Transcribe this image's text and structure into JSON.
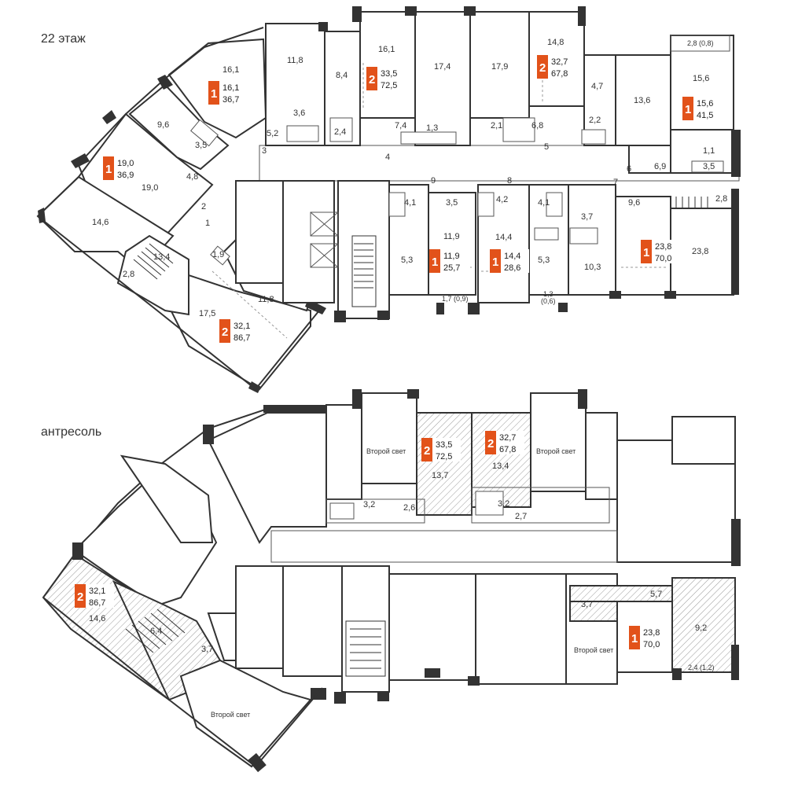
{
  "colors": {
    "accent": "#e2521a",
    "wall": "#333333",
    "hatch": "#9a9a9a"
  },
  "floors": [
    {
      "label": "22 этаж"
    },
    {
      "label": "антресоль"
    }
  ],
  "badges": [
    {
      "rooms": "1",
      "living": "16,1",
      "total": "36,7"
    },
    {
      "rooms": "2",
      "living": "33,5",
      "total": "72,5"
    },
    {
      "rooms": "2",
      "living": "32,7",
      "total": "67,8"
    },
    {
      "rooms": "1",
      "living": "15,6",
      "total": "41,5"
    },
    {
      "rooms": "1",
      "living": "19,0",
      "total": "36,9"
    },
    {
      "rooms": "1",
      "living": "11,9",
      "total": "25,7"
    },
    {
      "rooms": "1",
      "living": "14,4",
      "total": "28,6"
    },
    {
      "rooms": "1",
      "living": "23,8",
      "total": "70,0"
    },
    {
      "rooms": "2",
      "living": "32,1",
      "total": "86,7"
    },
    {
      "rooms": "2",
      "living": "33,5",
      "total": "72,5"
    },
    {
      "rooms": "2",
      "living": "32,7",
      "total": "67,8"
    },
    {
      "rooms": "2",
      "living": "32,1",
      "total": "86,7"
    },
    {
      "rooms": "1",
      "living": "23,8",
      "total": "70,0"
    }
  ],
  "room_labels": [
    "16,1",
    "11,8",
    "8,4",
    "16,1",
    "17,4",
    "17,9",
    "14,8",
    "2,8 (0,8)",
    "15,6",
    "9,6",
    "3,5",
    "3,6",
    "5,2",
    "2,4",
    "7,4",
    "1,3",
    "2,1",
    "6,8",
    "4,7",
    "13,6",
    "2,2",
    "1,1",
    "3,5",
    "6,9",
    "3",
    "4",
    "5",
    "6",
    "7",
    "19,0",
    "4,8",
    "14,6",
    "2",
    "1",
    "13,4",
    "1,9",
    "2,8",
    "17,5",
    "11,8",
    "9",
    "8",
    "4,1",
    "3,5",
    "4,2",
    "4,1",
    "3,7",
    "9,6",
    "2,8",
    "11,9",
    "5,3",
    "14,4",
    "5,3",
    "10,3",
    "23,8",
    "1,7 (0,9)",
    "1,3",
    "(0,6)",
    "Второй свет",
    "13,7",
    "13,4",
    "Второй свет",
    "3,2",
    "2,6",
    "3,2",
    "2,7",
    "14,6",
    "6,4",
    "3,7",
    "Второй свет",
    "5,7",
    "3,7",
    "9,2",
    "Второй свет",
    "2,4 (1,2)"
  ]
}
